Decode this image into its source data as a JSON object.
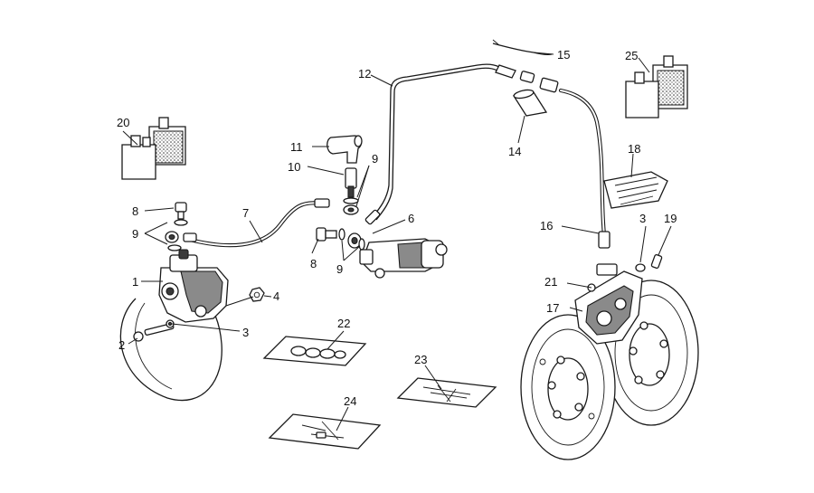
{
  "callouts": [
    {
      "id": "c1",
      "text": "1"
    },
    {
      "id": "c2",
      "text": "2"
    },
    {
      "id": "c3a",
      "text": "3"
    },
    {
      "id": "c3b",
      "text": "3"
    },
    {
      "id": "c4",
      "text": "4"
    },
    {
      "id": "c6",
      "text": "6"
    },
    {
      "id": "c7",
      "text": "7"
    },
    {
      "id": "c8a",
      "text": "8"
    },
    {
      "id": "c8b",
      "text": "8"
    },
    {
      "id": "c9a",
      "text": "9"
    },
    {
      "id": "c9b",
      "text": "9"
    },
    {
      "id": "c9c",
      "text": "9"
    },
    {
      "id": "c10",
      "text": "10"
    },
    {
      "id": "c11",
      "text": "11"
    },
    {
      "id": "c12",
      "text": "12"
    },
    {
      "id": "c14",
      "text": "14"
    },
    {
      "id": "c15",
      "text": "15"
    },
    {
      "id": "c16",
      "text": "16"
    },
    {
      "id": "c17",
      "text": "17"
    },
    {
      "id": "c18",
      "text": "18"
    },
    {
      "id": "c19",
      "text": "19"
    },
    {
      "id": "c20",
      "text": "20"
    },
    {
      "id": "c21",
      "text": "21"
    },
    {
      "id": "c22",
      "text": "22"
    },
    {
      "id": "c23",
      "text": "23"
    },
    {
      "id": "c24",
      "text": "24"
    },
    {
      "id": "c25",
      "text": "25"
    }
  ]
}
